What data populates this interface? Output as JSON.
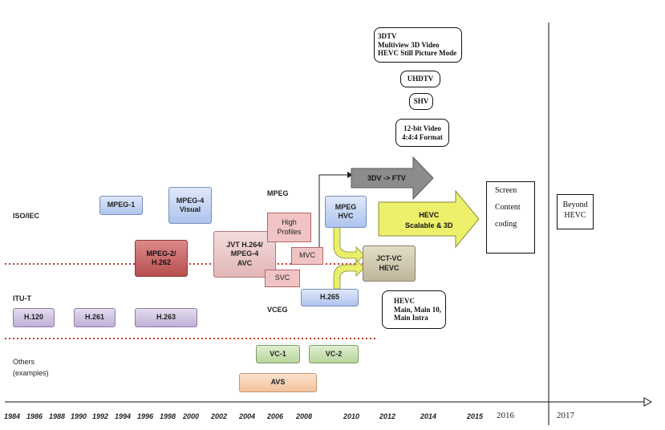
{
  "rows": {
    "iso_iec": "ISO/IEC",
    "itu_t": "ITU-T",
    "others_1": "Others",
    "others_2": "(examples)",
    "mpeg": "MPEG",
    "vceg": "VCEG"
  },
  "standards": {
    "mpeg1": "MPEG-1",
    "mpeg4_visual": "MPEG-4\nVisual",
    "mpeg2": "MPEG-2/\nH.262",
    "jvt": "JVT H.264/\nMPEG-4\nAVC",
    "high_profiles": "High\nProfiles",
    "mvc": "MVC",
    "svc": "SVC",
    "mpeg_hvc": "MPEG\nHVC",
    "jct_vc": "JCT-VC\nHEVC",
    "h265": "H.265",
    "h120": "H.120",
    "h261": "H.261",
    "h263": "H.263",
    "vc1": "VC-1",
    "vc2": "VC-2",
    "avs": "AVS"
  },
  "arrows": {
    "ftv": "3DV -> FTV",
    "hevc_scalable": "HEVC\nScalable & 3D"
  },
  "future": {
    "stack_top": "3DTV\nMultiview 3D Video\nHEVC Still Picture Mode",
    "uhdtv": "UHDTV",
    "shv": "SHV",
    "bit12": "12-bit Video\n4:4:4 Format",
    "hevc_profiles": "HEVC\nMain, Main 10,\nMain Intra",
    "screen_content_1": "Screen",
    "screen_content_2": "Content",
    "screen_content_3": "coding",
    "beyond": "Beyond\nHEVC"
  },
  "years": [
    "1984",
    "1986",
    "1988",
    "1990",
    "1992",
    "1994",
    "1996",
    "1998",
    "2000",
    "2002",
    "2004",
    "2006",
    "2008",
    "2010",
    "2012",
    "2014",
    "2015"
  ],
  "years_serif": [
    "2016",
    "2017"
  ],
  "colors": {
    "dotted_line": "#c0392b",
    "ftv_arrow": "#8c8c8c",
    "hevc_arrow": "#ecf06a",
    "connector": "#e9ef6a"
  }
}
